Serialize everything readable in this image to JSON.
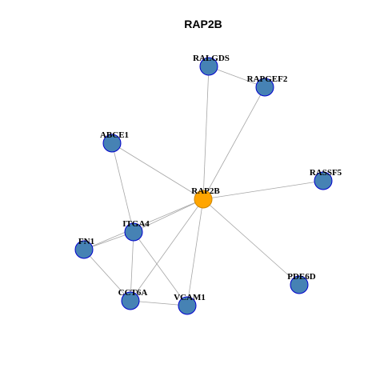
{
  "title": "RAP2B",
  "colors": {
    "background": "#ffffff",
    "edge": "#a6a6a6",
    "node_fill": "#4682b4",
    "node_border": "#0000cd",
    "center_fill": "#ffa500",
    "center_border": "#cd8500"
  },
  "center": "RAP2B",
  "nodes": [
    {
      "id": "RALGDS",
      "label": "RALGDS"
    },
    {
      "id": "RAPGEF2",
      "label": "RAPGEF2"
    },
    {
      "id": "ABCE1",
      "label": "ABCE1"
    },
    {
      "id": "RASSF5",
      "label": "RASSF5"
    },
    {
      "id": "RAP2B",
      "label": "RAP2B"
    },
    {
      "id": "ITGA4",
      "label": "ITGA4"
    },
    {
      "id": "FN1",
      "label": "FN1"
    },
    {
      "id": "PDE6D",
      "label": "PDE6D"
    },
    {
      "id": "CCT6A",
      "label": "CCT6A"
    },
    {
      "id": "VCAM1",
      "label": "VCAM1"
    }
  ],
  "edges": [
    [
      "RALGDS",
      "RAPGEF2"
    ],
    [
      "RALGDS",
      "RAP2B"
    ],
    [
      "RAPGEF2",
      "RAP2B"
    ],
    [
      "ABCE1",
      "RAP2B"
    ],
    [
      "ABCE1",
      "ITGA4"
    ],
    [
      "RASSF5",
      "RAP2B"
    ],
    [
      "RAP2B",
      "ITGA4"
    ],
    [
      "RAP2B",
      "FN1"
    ],
    [
      "RAP2B",
      "PDE6D"
    ],
    [
      "RAP2B",
      "CCT6A"
    ],
    [
      "RAP2B",
      "VCAM1"
    ],
    [
      "ITGA4",
      "FN1"
    ],
    [
      "ITGA4",
      "CCT6A"
    ],
    [
      "ITGA4",
      "VCAM1"
    ],
    [
      "FN1",
      "CCT6A"
    ],
    [
      "CCT6A",
      "VCAM1"
    ]
  ]
}
